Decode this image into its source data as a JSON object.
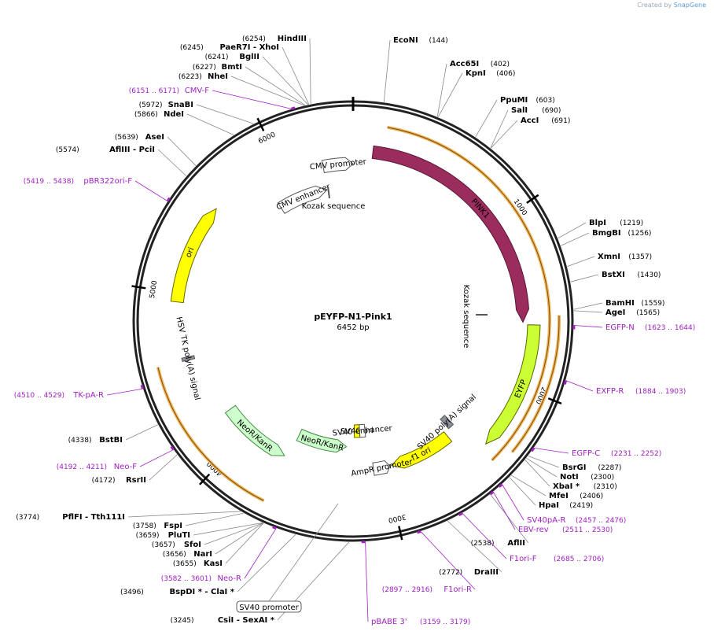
{
  "watermark": {
    "text": "Created by",
    "brand": "SnapGene"
  },
  "plasmid": {
    "name": "pEYFP-N1-Pink1",
    "size_label": "6452 bp",
    "length": 6452
  },
  "ticks": [
    "1000",
    "2000",
    "3000",
    "4000",
    "5000",
    "6000"
  ],
  "features": [
    {
      "name": "PINK1",
      "color": "#9b2d5e",
      "stroke": "#5a1634",
      "start": 120,
      "end": 1620,
      "dir": 1,
      "r": 216,
      "label": "PINK1",
      "labelColor": "#ffffff"
    },
    {
      "name": "EYFP",
      "color": "#ccff33",
      "stroke": "#556600",
      "start": 1635,
      "end": 2380,
      "dir": 1,
      "r": 230,
      "label": "EYFP",
      "labelColor": "#000000"
    },
    {
      "name": "CMV enhancer",
      "color": "#ffffff",
      "stroke": "#555555",
      "start": 5870,
      "end": 6250,
      "dir": 1,
      "r": 170,
      "label": "CMV enhancer",
      "labelColor": "#000000"
    },
    {
      "name": "CMV promoter",
      "color": "#ffffff",
      "stroke": "#555555",
      "start": 6255,
      "end": 6452,
      "dir": 1,
      "r": 200,
      "label": "CMV promoter",
      "labelColor": "#000000"
    },
    {
      "name": "f1 ori",
      "color": "#ffff00",
      "stroke": "#666600",
      "start": 2520,
      "end": 2960,
      "dir": 1,
      "r": 190,
      "label": "f1 ori",
      "labelColor": "#000000"
    },
    {
      "name": "AmpR promoter",
      "color": "#ffffff",
      "stroke": "#555555",
      "start": 2970,
      "end": 3085,
      "dir": -1,
      "r": 190,
      "label": "AmpR promoter",
      "labelColor": "#000000"
    },
    {
      "name": "ori",
      "color": "#ffff00",
      "stroke": "#666600",
      "start": 4950,
      "end": 5545,
      "dir": 1,
      "r": 225,
      "label": "ori",
      "labelColor": "#000000"
    },
    {
      "name": "NeoR/KanR",
      "color": "#ccffcc",
      "stroke": "#448844",
      "start": 3280,
      "end": 3680,
      "dir": -1,
      "r": 160,
      "label": "NeoR/KanR",
      "labelColor": "#000000"
    },
    {
      "name": "NeoR/KanR",
      "color": "#ccffcc",
      "stroke": "#448844",
      "start": 3710,
      "end": 4200,
      "dir": -1,
      "r": 192,
      "label": "NeoR/KanR",
      "labelColor": "#000000"
    },
    {
      "name": "SV40 ori",
      "color": "#ffff00",
      "stroke": "#666600",
      "start": 3165,
      "end": 3215,
      "dir": 0,
      "r": 140,
      "label": "SV40 ori",
      "labelColor": "#000000"
    },
    {
      "name": "SV40 enhancer",
      "color": "#ffffff",
      "stroke": "#555555",
      "start": 3115,
      "end": 3165,
      "dir": 0,
      "r": 140,
      "label": "SV40 enhancer",
      "labelColor": "#000000"
    },
    {
      "name": "SV40 poly(A) signal",
      "color": "#8a9099",
      "stroke": "#555555",
      "start": 2435,
      "end": 2480,
      "dir": 0,
      "r": 175,
      "label": "SV40 poly(A) signal",
      "labelColor": "#000000"
    },
    {
      "name": "HSV TK poly(A) signal",
      "color": "#8a9099",
      "stroke": "#555555",
      "start": 4600,
      "end": 4620,
      "dir": 0,
      "r": 215,
      "label": "HSV TK poly(A) signal",
      "labelColor": "#000000"
    }
  ],
  "kozak": [
    {
      "label": "Kozak sequence"
    },
    {
      "label": "Kozak sequence"
    }
  ],
  "enzymes_top": [
    {
      "name": "HindIII",
      "pos": "(6254)"
    },
    {
      "name": "PaeR7I",
      "pos": "(6245)",
      "name2": "- XhoI"
    },
    {
      "name": "BglII",
      "pos": "(6241)"
    },
    {
      "name": "BmtI",
      "pos": "(6227)"
    },
    {
      "name": "NheI",
      "pos": "(6223)"
    },
    {
      "name": "SnaBI",
      "pos": "(5972)"
    },
    {
      "name": "NdeI",
      "pos": "(5866)"
    },
    {
      "name": "AseI",
      "pos": "(5639)"
    },
    {
      "name": "AflIII",
      "pos": "(5574)",
      "name2": "- PciI"
    },
    {
      "name": "EcoNI",
      "pos": "(144)"
    },
    {
      "name": "Acc65I",
      "pos": "(402)"
    },
    {
      "name": "KpnI",
      "pos": "(406)"
    },
    {
      "name": "PpuMI",
      "pos": "(603)"
    },
    {
      "name": "SalI",
      "pos": "(690)"
    },
    {
      "name": "AccI",
      "pos": "(691)"
    },
    {
      "name": "BlpI",
      "pos": "(1219)"
    },
    {
      "name": "BmgBI",
      "pos": "(1256)"
    },
    {
      "name": "XmnI",
      "pos": "(1357)"
    },
    {
      "name": "BstXI",
      "pos": "(1430)"
    },
    {
      "name": "BamHI",
      "pos": "(1559)"
    },
    {
      "name": "AgeI",
      "pos": "(1565)"
    },
    {
      "name": "BsrGI",
      "pos": "(2287)"
    },
    {
      "name": "NotI",
      "pos": "(2300)"
    },
    {
      "name": "XbaI *",
      "pos": "(2310)"
    },
    {
      "name": "MfeI",
      "pos": "(2406)"
    },
    {
      "name": "HpaI",
      "pos": "(2419)"
    },
    {
      "name": "AflII",
      "pos": "(2538)"
    },
    {
      "name": "DraIII",
      "pos": "(2772)"
    },
    {
      "name": "BstBI",
      "pos": "(4338)"
    },
    {
      "name": "RsrII",
      "pos": "(4172)"
    },
    {
      "name": "PflFI",
      "pos": "(3774)",
      "name2": "- Tth111I"
    },
    {
      "name": "FspI",
      "pos": "(3758)"
    },
    {
      "name": "PluTI",
      "pos": "(3659)"
    },
    {
      "name": "SfoI",
      "pos": "(3657)"
    },
    {
      "name": "NarI",
      "pos": "(3656)"
    },
    {
      "name": "KasI",
      "pos": "(3655)"
    },
    {
      "name": "BspDI *",
      "pos": "(3496)",
      "name2": "- ClaI *"
    },
    {
      "name": "CsiI",
      "pos": "(3245)",
      "name2": "- SexAI *"
    }
  ],
  "primers": [
    {
      "name": "CMV-F",
      "range": "(6151 .. 6171)"
    },
    {
      "name": "pBR322ori-F",
      "range": "(5419 .. 5438)"
    },
    {
      "name": "EGFP-N",
      "range": "(1623 .. 1644)"
    },
    {
      "name": "EXFP-R",
      "range": "(1884 .. 1903)"
    },
    {
      "name": "EGFP-C",
      "range": "(2231 .. 2252)"
    },
    {
      "name": "SV40pA-R",
      "range": "(2457 .. 2476)"
    },
    {
      "name": "EBV-rev",
      "range": "(2511 .. 2530)"
    },
    {
      "name": "F1ori-F",
      "range": "(2685 .. 2706)"
    },
    {
      "name": "F1ori-R",
      "range": "(2897 .. 2916)"
    },
    {
      "name": "pBABE 3'",
      "range": "(3159 .. 3179)"
    },
    {
      "name": "Neo-R",
      "range": "(3582 .. 3601)"
    },
    {
      "name": "Neo-F",
      "range": "(4192 .. 4211)"
    },
    {
      "name": "TK-pA-R",
      "range": "(4510 .. 4529)"
    }
  ],
  "boxed_label": "SV40 promoter"
}
